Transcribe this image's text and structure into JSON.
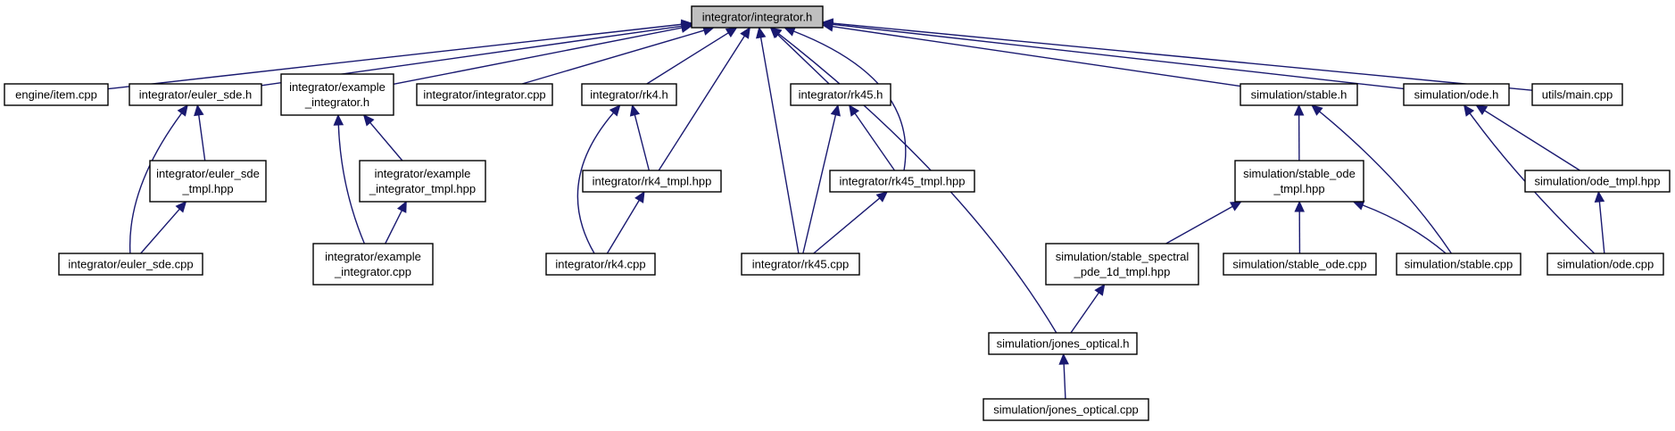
{
  "graph": {
    "root": "integrator_h",
    "nodes": [
      {
        "id": "integrator_h",
        "label": [
          "integrator/integrator.h"
        ],
        "root": true
      },
      {
        "id": "engine_item_cpp",
        "label": [
          "engine/item.cpp"
        ]
      },
      {
        "id": "euler_sde_h",
        "label": [
          "integrator/euler_sde.h"
        ]
      },
      {
        "id": "example_integrator_h",
        "label": [
          "integrator/example",
          "_integrator.h"
        ]
      },
      {
        "id": "integrator_cpp",
        "label": [
          "integrator/integrator.cpp"
        ]
      },
      {
        "id": "rk4_h",
        "label": [
          "integrator/rk4.h"
        ]
      },
      {
        "id": "rk45_h",
        "label": [
          "integrator/rk45.h"
        ]
      },
      {
        "id": "stable_h",
        "label": [
          "simulation/stable.h"
        ]
      },
      {
        "id": "ode_h",
        "label": [
          "simulation/ode.h"
        ]
      },
      {
        "id": "utils_main_cpp",
        "label": [
          "utils/main.cpp"
        ]
      },
      {
        "id": "euler_sde_tmpl_hpp",
        "label": [
          "integrator/euler_sde",
          "_tmpl.hpp"
        ]
      },
      {
        "id": "example_integrator_tmpl_hpp",
        "label": [
          "integrator/example",
          "_integrator_tmpl.hpp"
        ]
      },
      {
        "id": "rk4_tmpl_hpp",
        "label": [
          "integrator/rk4_tmpl.hpp"
        ]
      },
      {
        "id": "rk45_tmpl_hpp",
        "label": [
          "integrator/rk45_tmpl.hpp"
        ]
      },
      {
        "id": "stable_ode_tmpl_hpp",
        "label": [
          "simulation/stable_ode",
          "_tmpl.hpp"
        ]
      },
      {
        "id": "ode_tmpl_hpp",
        "label": [
          "simulation/ode_tmpl.hpp"
        ]
      },
      {
        "id": "euler_sde_cpp",
        "label": [
          "integrator/euler_sde.cpp"
        ]
      },
      {
        "id": "example_integrator_cpp",
        "label": [
          "integrator/example",
          "_integrator.cpp"
        ]
      },
      {
        "id": "rk4_cpp",
        "label": [
          "integrator/rk4.cpp"
        ]
      },
      {
        "id": "rk45_cpp",
        "label": [
          "integrator/rk45.cpp"
        ]
      },
      {
        "id": "stable_spectral_hpp",
        "label": [
          "simulation/stable_spectral",
          "_pde_1d_tmpl.hpp"
        ]
      },
      {
        "id": "stable_ode_cpp",
        "label": [
          "simulation/stable_ode.cpp"
        ]
      },
      {
        "id": "stable_cpp",
        "label": [
          "simulation/stable.cpp"
        ]
      },
      {
        "id": "ode_cpp",
        "label": [
          "simulation/ode.cpp"
        ]
      },
      {
        "id": "jones_optical_h",
        "label": [
          "simulation/jones_optical.h"
        ]
      },
      {
        "id": "jones_optical_cpp",
        "label": [
          "simulation/jones_optical.cpp"
        ]
      }
    ],
    "edges": [
      {
        "from": "engine_item_cpp",
        "to": "integrator_h"
      },
      {
        "from": "euler_sde_h",
        "to": "integrator_h"
      },
      {
        "from": "example_integrator_h",
        "to": "integrator_h"
      },
      {
        "from": "integrator_cpp",
        "to": "integrator_h"
      },
      {
        "from": "rk4_h",
        "to": "integrator_h"
      },
      {
        "from": "rk4_tmpl_hpp",
        "to": "integrator_h"
      },
      {
        "from": "rk45_cpp",
        "to": "integrator_h"
      },
      {
        "from": "rk45_h",
        "to": "integrator_h"
      },
      {
        "from": "rk45_tmpl_hpp",
        "to": "integrator_h"
      },
      {
        "from": "jones_optical_h",
        "to": "integrator_h"
      },
      {
        "from": "stable_h",
        "to": "integrator_h"
      },
      {
        "from": "ode_h",
        "to": "integrator_h"
      },
      {
        "from": "utils_main_cpp",
        "to": "integrator_h"
      },
      {
        "from": "euler_sde_cpp",
        "to": "euler_sde_h"
      },
      {
        "from": "euler_sde_tmpl_hpp",
        "to": "euler_sde_h"
      },
      {
        "from": "euler_sde_cpp",
        "to": "euler_sde_tmpl_hpp"
      },
      {
        "from": "example_integrator_cpp",
        "to": "example_integrator_h"
      },
      {
        "from": "example_integrator_tmpl_hpp",
        "to": "example_integrator_h"
      },
      {
        "from": "example_integrator_cpp",
        "to": "example_integrator_tmpl_hpp"
      },
      {
        "from": "rk4_cpp",
        "to": "rk4_h"
      },
      {
        "from": "rk4_tmpl_hpp",
        "to": "rk4_h"
      },
      {
        "from": "rk4_cpp",
        "to": "rk4_tmpl_hpp"
      },
      {
        "from": "rk45_cpp",
        "to": "rk45_h"
      },
      {
        "from": "rk45_tmpl_hpp",
        "to": "rk45_h"
      },
      {
        "from": "rk45_cpp",
        "to": "rk45_tmpl_hpp"
      },
      {
        "from": "stable_ode_tmpl_hpp",
        "to": "stable_h"
      },
      {
        "from": "stable_cpp",
        "to": "stable_h"
      },
      {
        "from": "stable_spectral_hpp",
        "to": "stable_ode_tmpl_hpp"
      },
      {
        "from": "stable_ode_cpp",
        "to": "stable_ode_tmpl_hpp"
      },
      {
        "from": "stable_cpp",
        "to": "stable_ode_tmpl_hpp"
      },
      {
        "from": "jones_optical_h",
        "to": "stable_spectral_hpp"
      },
      {
        "from": "jones_optical_cpp",
        "to": "jones_optical_h"
      },
      {
        "from": "ode_tmpl_hpp",
        "to": "ode_h"
      },
      {
        "from": "ode_cpp",
        "to": "ode_h"
      },
      {
        "from": "ode_cpp",
        "to": "ode_tmpl_hpp"
      }
    ]
  }
}
